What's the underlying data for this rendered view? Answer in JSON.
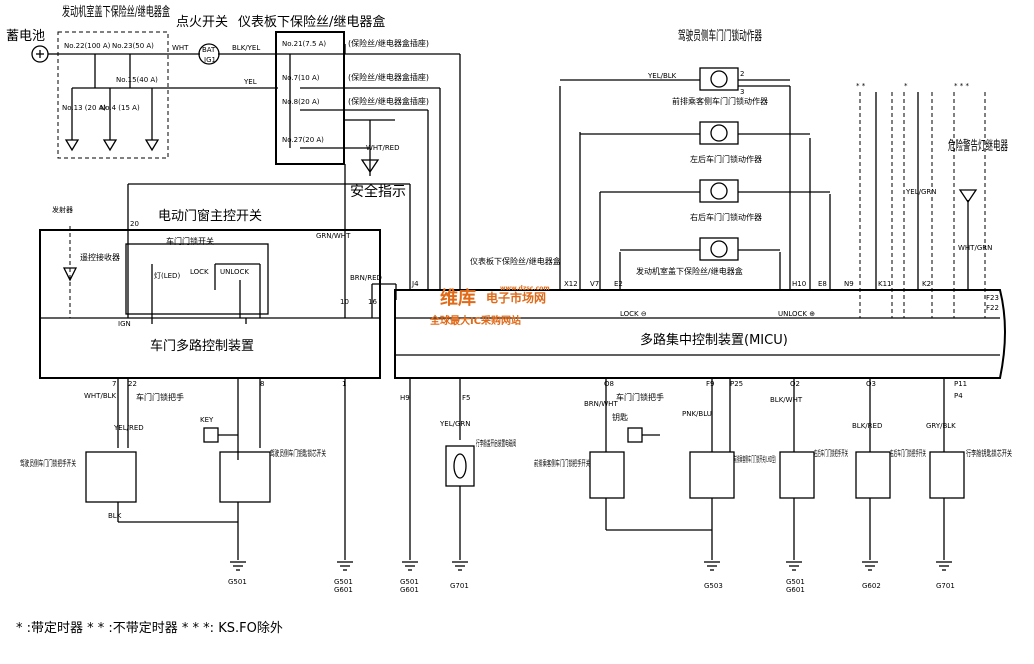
{
  "labels": {
    "battery": "蓄电池",
    "engine_fuse_box": "发动机室盖下保险丝/继电器盒",
    "ignition_switch": "点火开关",
    "dash_fuse_box": "仪表板下保险丝/继电器盒",
    "fuse_socket_1": "(保险丝/继电器盒插座)",
    "fuse_socket_2": "(保险丝/继电器盒插座)",
    "fuse_socket_3": "(保险丝/继电器盒插座)",
    "driver_actuator": "驾驶员侧车门门锁动作器",
    "front_passenger_actuator": "前排乘客侧车门门锁动作器",
    "rear_left_actuator": "左后车门门锁动作器",
    "rear_right_actuator": "右后车门门锁动作器",
    "hazard_relay": "危险警告灯继电器",
    "security_indicator": "安全指示",
    "transmitter": "发射器",
    "power_window_master": "电动门窗主控开关",
    "remote_receiver": "遥控接收器",
    "door_lock_switch": "车门门锁开关",
    "multiplex_door": "车门多路控制装置",
    "dash_fuse_box_2": "仪表板下保险丝/继电器盒",
    "engine_fuse_box_2": "发动机室盖下保险丝/继电器盒",
    "micu": "多路集中控制装置(MICU)",
    "door_handle_1": "车门门锁把手",
    "door_handle_2": "车门门锁把手",
    "key_label": "钥匙",
    "driver_handle_switch": "驾驶员侧车门门锁把手开关",
    "driver_key_cylinder": "驾驶员侧车门钥匙锁芯开关",
    "trunk_solenoid": "行李舱盖开启装置电磁阀",
    "front_passenger_handle": "前排乘客侧车门门锁把手开关",
    "front_passenger_lock_switch": "前排乘客侧车门门锁开关(LHD型)",
    "rear_left_handle": "左后车门门锁把手开关",
    "rear_right_handle": "右后车门门锁把手开关",
    "trunk_key_cylinder": "行李舱钥匙锁芯开关",
    "footnote": "*  :带定时器    * *  :不带定时器    * * *:  KS.FO除外",
    "watermark_main": "维库",
    "watermark_sub": "电子市场网",
    "watermark_url": "www.dzsc.com",
    "watermark_slogan": "全球最大IC采购网站"
  },
  "fuses": {
    "no22": "No.22(100 A)",
    "no23": "No.23(50 A)",
    "no15": "No.15(40 A)",
    "no13": "No.13 (20 A)",
    "no4": "No.4 (15 A)",
    "no21": "No.21(7.5 A)",
    "no7": "No.7(10 A)",
    "no8": "No.8(20 A)",
    "no27": "No.27(20 A)",
    "bat": "BAT",
    "ig1": "IG1"
  },
  "wires": {
    "wht": "WHT",
    "blk_yel": "BLK/YEL",
    "yel": "YEL",
    "wht_red": "WHT/RED",
    "grn_wht": "GRN/WHT",
    "brn_red": "BRN/RED",
    "yel_blk": "YEL/BLK",
    "wht_grn": "WHT/GRN",
    "yel_grn": "YEL/GRN",
    "wht_blk": "WHT/BLK",
    "yel_red": "YEL/RED",
    "blk": "BLK",
    "yel_grn2": "YEL/GRN",
    "brn_wht": "BRN/WHT",
    "pnk_blu": "PNK/BLU",
    "blk_wht": "BLK/WHT",
    "blk_red": "BLK/RED",
    "gry_blk": "GRY/BLK"
  },
  "pins": {
    "ign": "IGN",
    "led": "灯(LED)",
    "lock": "LOCK",
    "unlock": "UNLOCK",
    "p20": "20",
    "p10": "10",
    "p16": "16",
    "p7": "7",
    "p22": "22",
    "p8": "8",
    "p1": "1",
    "p2": "2",
    "p3": "3",
    "j4": "J4",
    "x12": "X12",
    "v7": "V7",
    "e2": "E2",
    "h10": "H10",
    "e8": "E8",
    "n9": "N9",
    "k11": "K11",
    "k2": "K2",
    "f23": "F23",
    "f22": "F22",
    "h9": "H9",
    "f5": "F5",
    "o8": "O8",
    "f9": "F9",
    "p25": "P25",
    "o2": "O2",
    "o3": "O3",
    "p11": "P11",
    "p4": "P4",
    "lock_minus": "LOCK ⊖",
    "unlock_plus": "UNLOCK ⊕",
    "key": "KEY",
    "star1": "*",
    "star2": "* *",
    "star3": "* * *"
  },
  "grounds": {
    "g501a": "G501",
    "g501b": "G501",
    "g601a": "G601",
    "g501c": "G501",
    "g601b": "G601",
    "g701a": "G701",
    "g503": "G503",
    "g501d": "G501",
    "g601c": "G601",
    "g602": "G602",
    "g701b": "G701"
  }
}
